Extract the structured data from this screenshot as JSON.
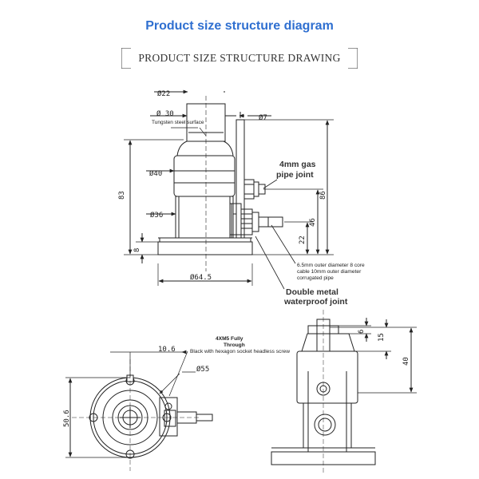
{
  "title": "Product size structure diagram",
  "subtitle": "PRODUCT SIZE STRUCTURE DRAWING",
  "front_view": {
    "dims": {
      "d22": "Ø22",
      "d30": "Ø 30",
      "d7": "Ø7",
      "d40": "Ø40",
      "d36": "Ø36",
      "d64": "Ø64.5",
      "h83": "83",
      "h8": "8",
      "h86": "86",
      "h46": "46",
      "h22": "22"
    },
    "tungsten_label": "Tungsten steel surface",
    "gas_joint_label_1": "4mm gas",
    "gas_joint_label_2": "pipe joint",
    "cable_label_1": "6.5mm outer diameter 8 core",
    "cable_label_2": "cable 10mm outer diameter",
    "cable_label_3": "corrugated pipe",
    "double_metal_1": "Double metal",
    "double_metal_2": "waterproof joint"
  },
  "bottom_view": {
    "dims": {
      "d106": "10.6",
      "d55": "Ø55",
      "d506": "50.6"
    },
    "screw_label_1": "4XM5 Fully",
    "screw_label_2": "Through",
    "screw_label_3": "Black with hexagon socket headless screw"
  },
  "side_view": {
    "dims": {
      "s6": "6",
      "s15": "15",
      "s40": "40"
    }
  },
  "colors": {
    "title": "#2f6fd0",
    "lines": "#222222",
    "box_border": "#555555"
  }
}
